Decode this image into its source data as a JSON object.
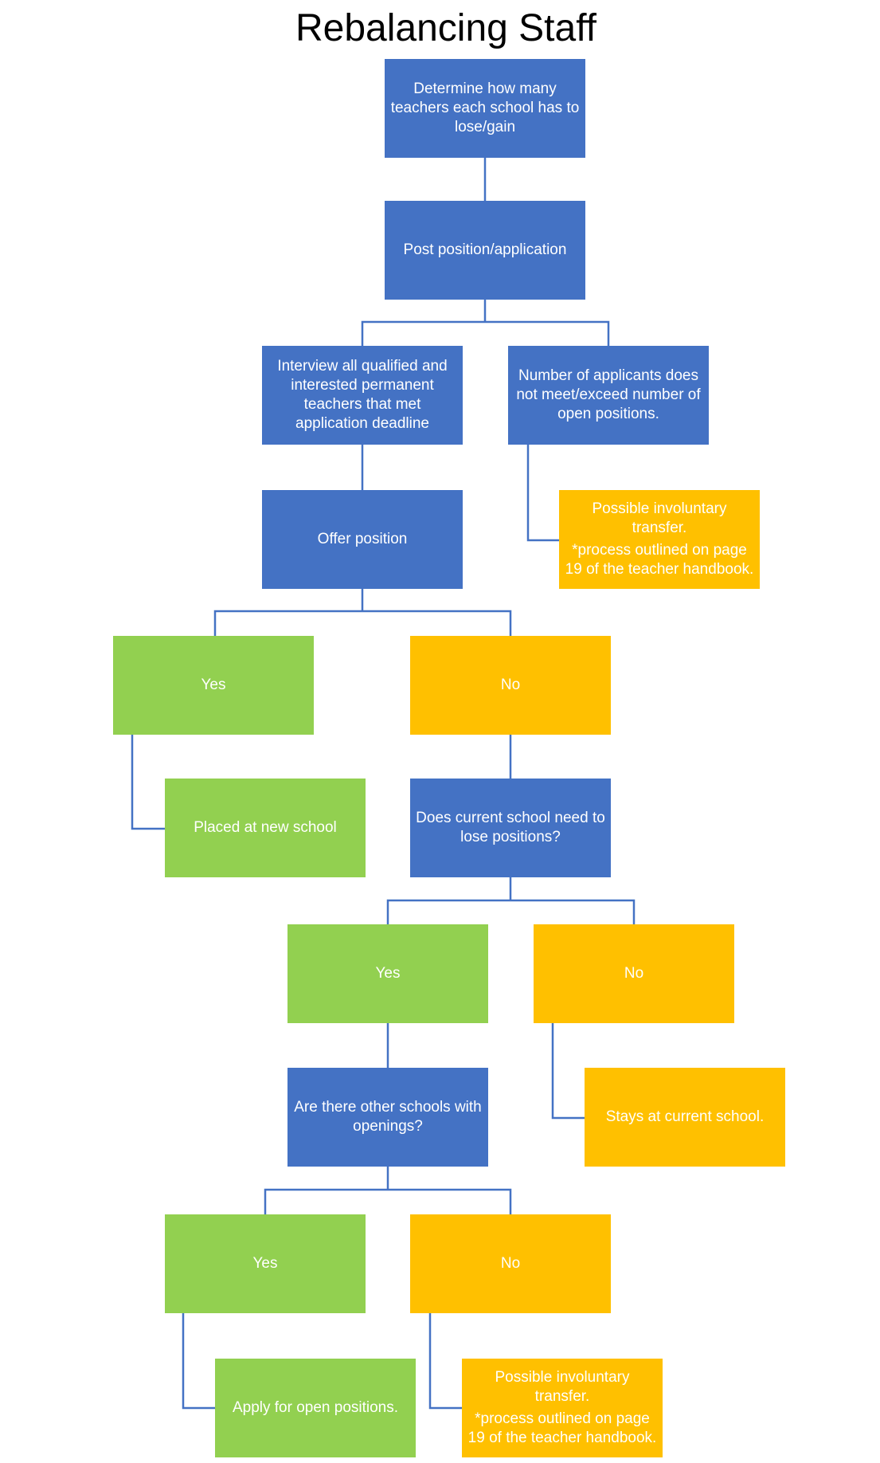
{
  "title": "Rebalancing Staff",
  "colors": {
    "blue": "#4472c4",
    "green": "#92d050",
    "amber": "#ffc000",
    "connector": "#4472c4"
  },
  "nodes": {
    "determine": "Determine how many teachers each school has to lose/gain",
    "post": "Post position/application",
    "interview": "Interview all qualified and interested permanent teachers that met application deadline",
    "applicants": "Number of applicants does not meet/exceed number of open positions.",
    "involuntary_1": {
      "text": "Possible involuntary transfer.",
      "note": "*process outlined on page 19 of the teacher handbook."
    },
    "offer": "Offer position",
    "offer_yes": "Yes",
    "offer_no": "No",
    "placed": "Placed at new school",
    "lose_q": "Does current school need to lose positions?",
    "lose_yes": "Yes",
    "lose_no": "No",
    "stays": "Stays at current school.",
    "other_q": "Are there other schools with openings?",
    "other_yes": "Yes",
    "other_no": "No",
    "apply": "Apply for open positions.",
    "involuntary_2": {
      "text": "Possible involuntary transfer.",
      "note": "*process outlined on page 19 of the teacher handbook."
    }
  }
}
